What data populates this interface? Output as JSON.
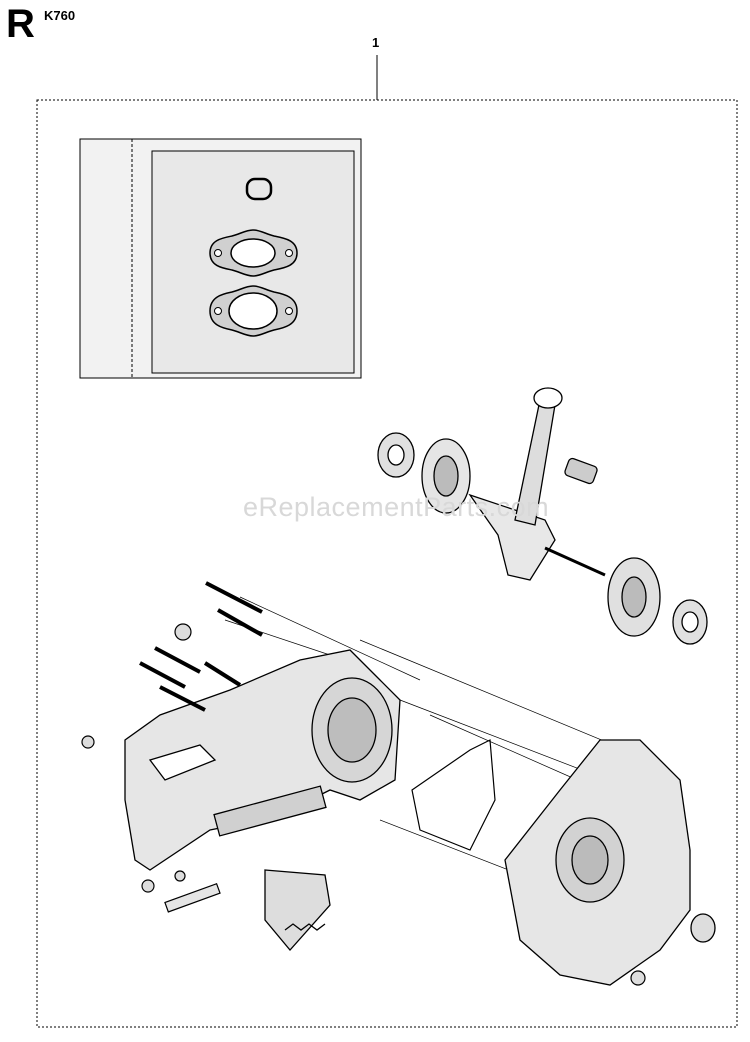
{
  "header": {
    "section_letter": "R",
    "model": "K760"
  },
  "callout": {
    "number": "1"
  },
  "watermark": "eReplacementParts.com"
}
